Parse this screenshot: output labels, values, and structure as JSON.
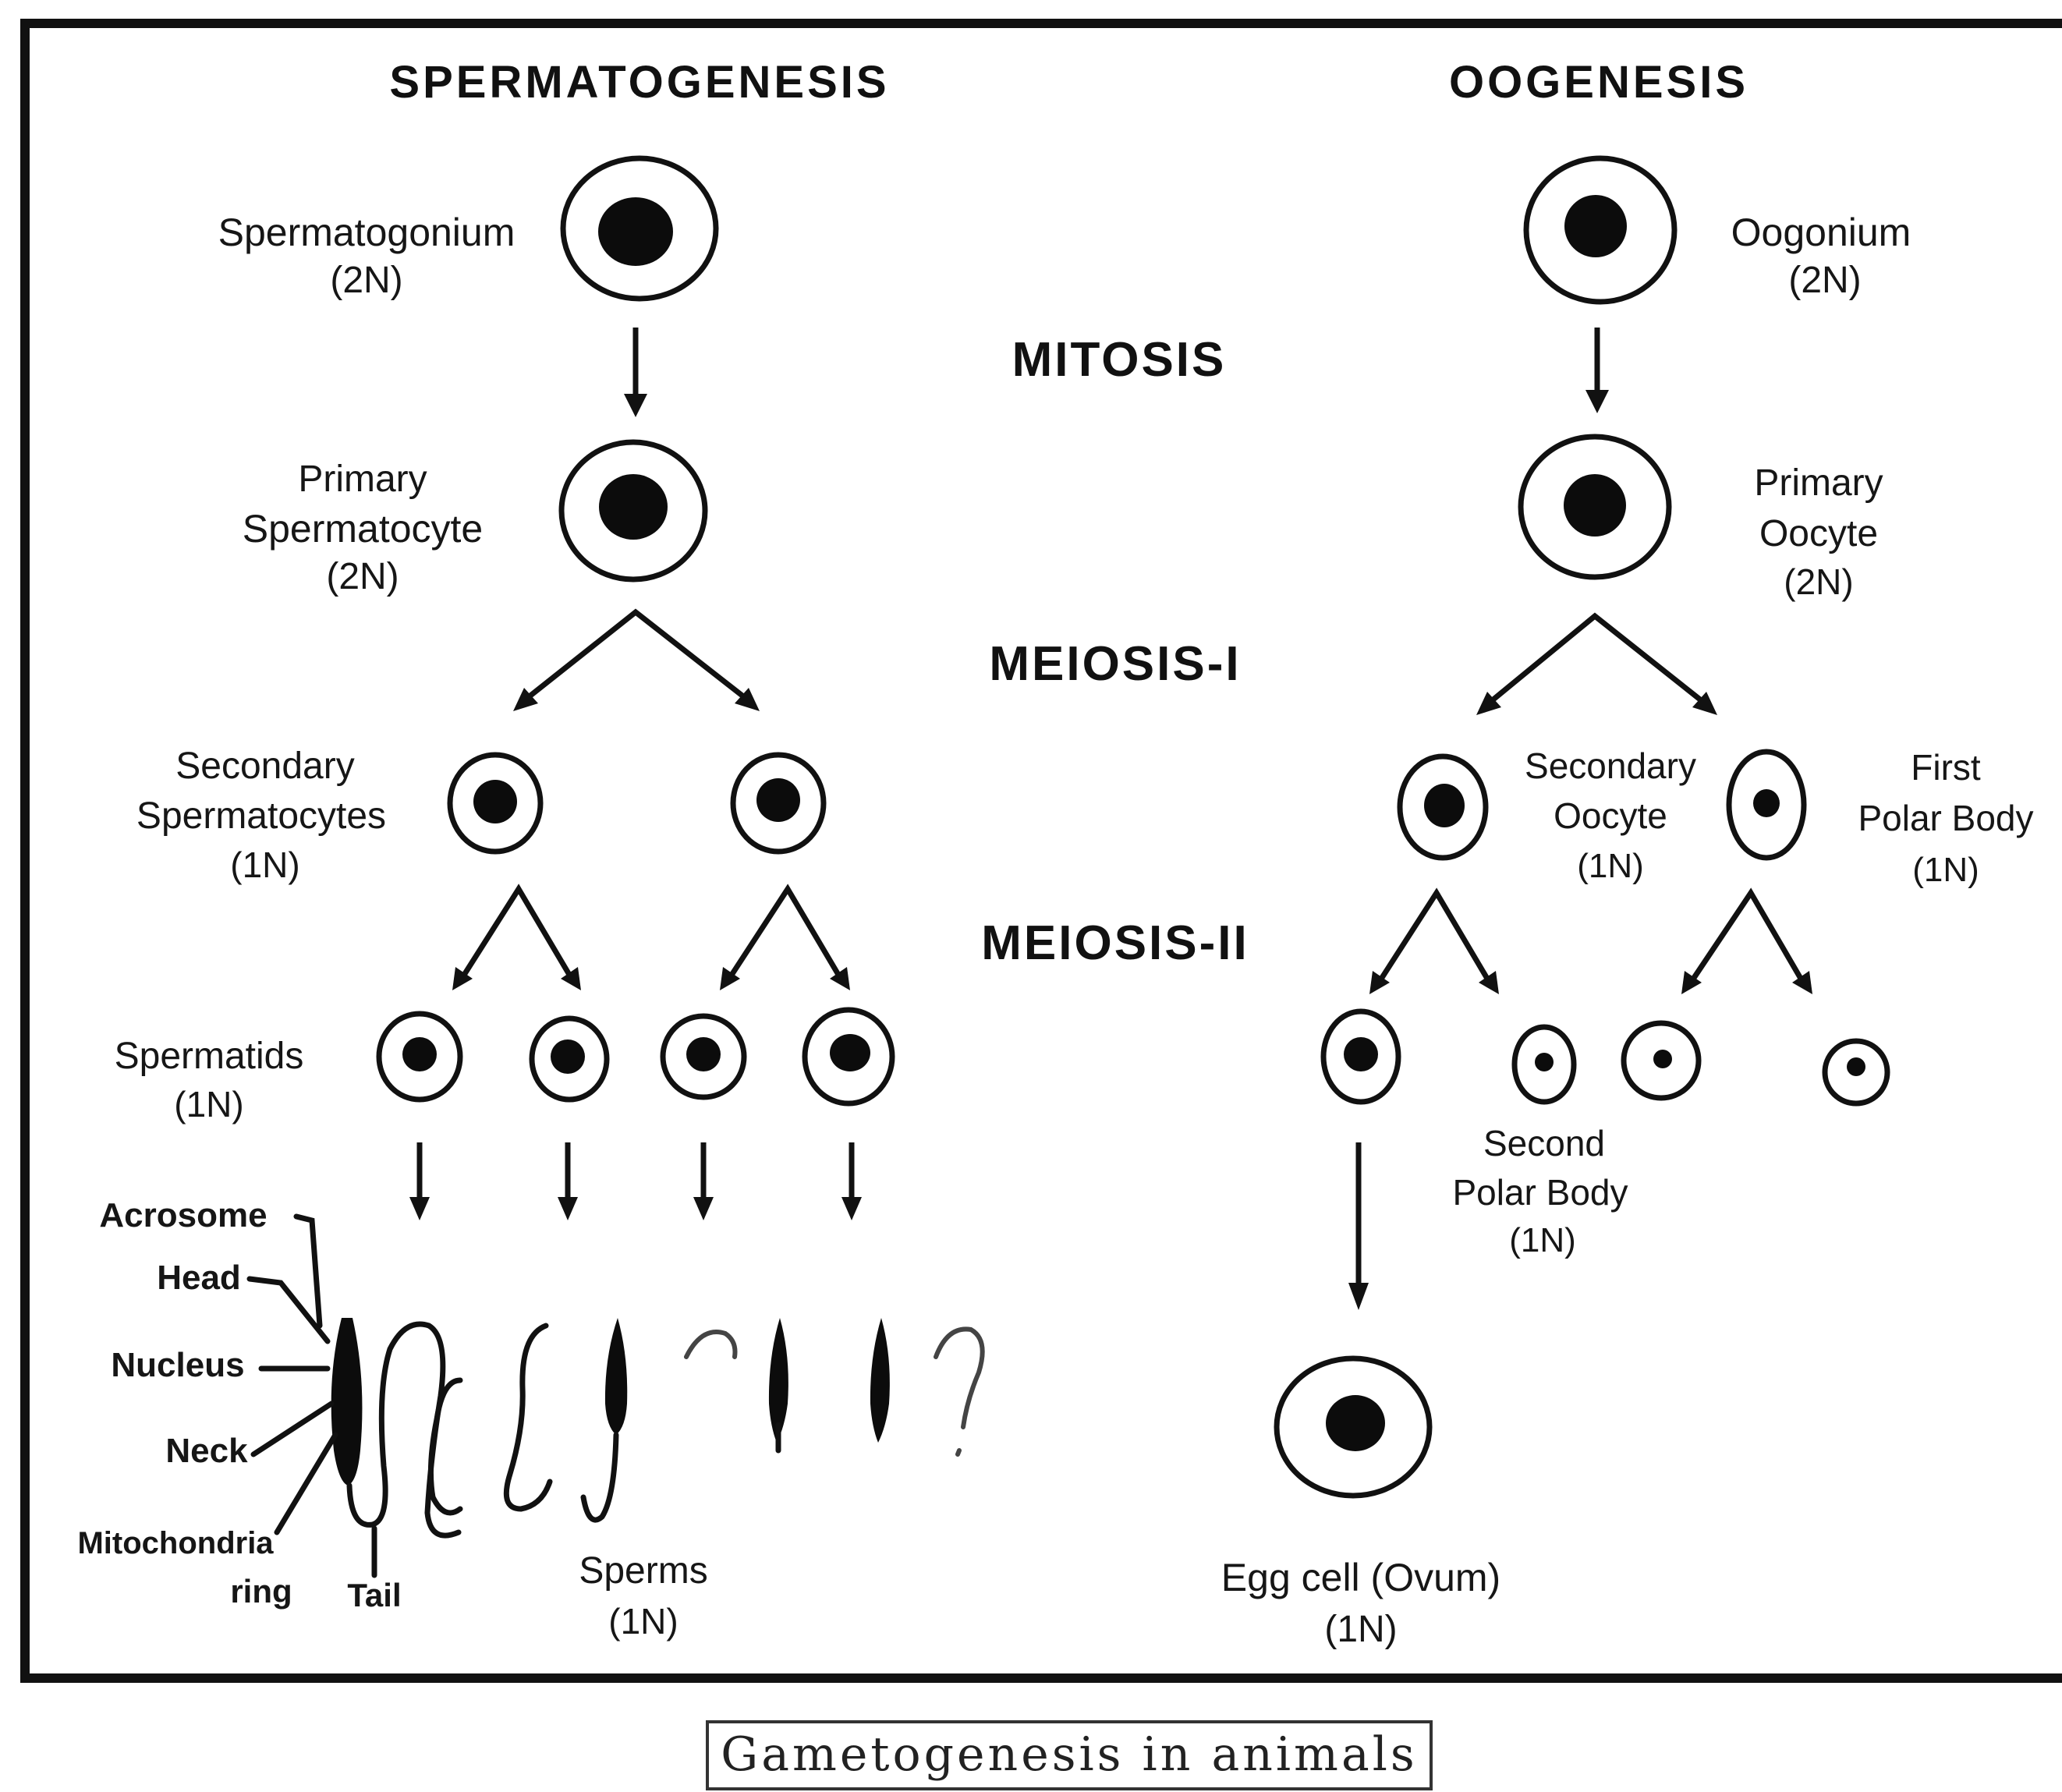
{
  "headers": {
    "left": "SPERMATOGENESIS",
    "right": "OOGENESIS"
  },
  "phases": {
    "mitosis": "MITOSIS",
    "meiosis1": "MEIOSIS-I",
    "meiosis2": "MEIOSIS-II"
  },
  "sperm": {
    "spermatogonium": {
      "name": "Spermatogonium",
      "ploidy": "(2N)"
    },
    "primary": {
      "line1": "Primary",
      "line2": "Spermatocyte",
      "ploidy": "(2N)"
    },
    "secondary": {
      "line1": "Secondary",
      "line2": "Spermatocytes",
      "ploidy": "(1N)"
    },
    "spermatids": {
      "name": "Spermatids",
      "ploidy": "(1N)"
    },
    "sperms": {
      "name": "Sperms",
      "ploidy": "(1N)"
    },
    "parts": {
      "acrosome": "Acrosome",
      "head": "Head",
      "nucleus": "Nucleus",
      "neck": "Neck",
      "mito_line1": "Mitochondria",
      "mito_line2": "ring",
      "tail": "Tail"
    }
  },
  "egg": {
    "oogonium": {
      "name": "Oogonium",
      "ploidy": "(2N)"
    },
    "primary": {
      "line1": "Primary",
      "line2": "Oocyte",
      "ploidy": "(2N)"
    },
    "secondary": {
      "line1": "Secondary",
      "line2": "Oocyte",
      "ploidy": "(1N)"
    },
    "first_polar": {
      "line1": "First",
      "line2": "Polar Body",
      "ploidy": "(1N)"
    },
    "second_polar": {
      "line1": "Second",
      "line2": "Polar Body",
      "ploidy": "(1N)"
    },
    "ovum": {
      "name": "Egg cell (Ovum)",
      "ploidy": "(1N)"
    }
  },
  "caption": "Gametogenesis in animals"
}
